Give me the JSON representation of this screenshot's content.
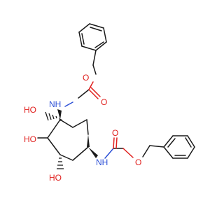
{
  "labels": {
    "nh_top": "NH",
    "o_ester_top": "O",
    "o_carbonyl_top": "O",
    "nh_bottom": "NH",
    "o_carbonyl_bottom": "O",
    "o_ester_bottom": "O",
    "ho_1": "HO",
    "ho_2": "HO",
    "ho_3": "HO"
  },
  "colors": {
    "carbon": "#1a1a1a",
    "oxygen": "#e0201e",
    "nitrogen": "#2b4fd6"
  }
}
